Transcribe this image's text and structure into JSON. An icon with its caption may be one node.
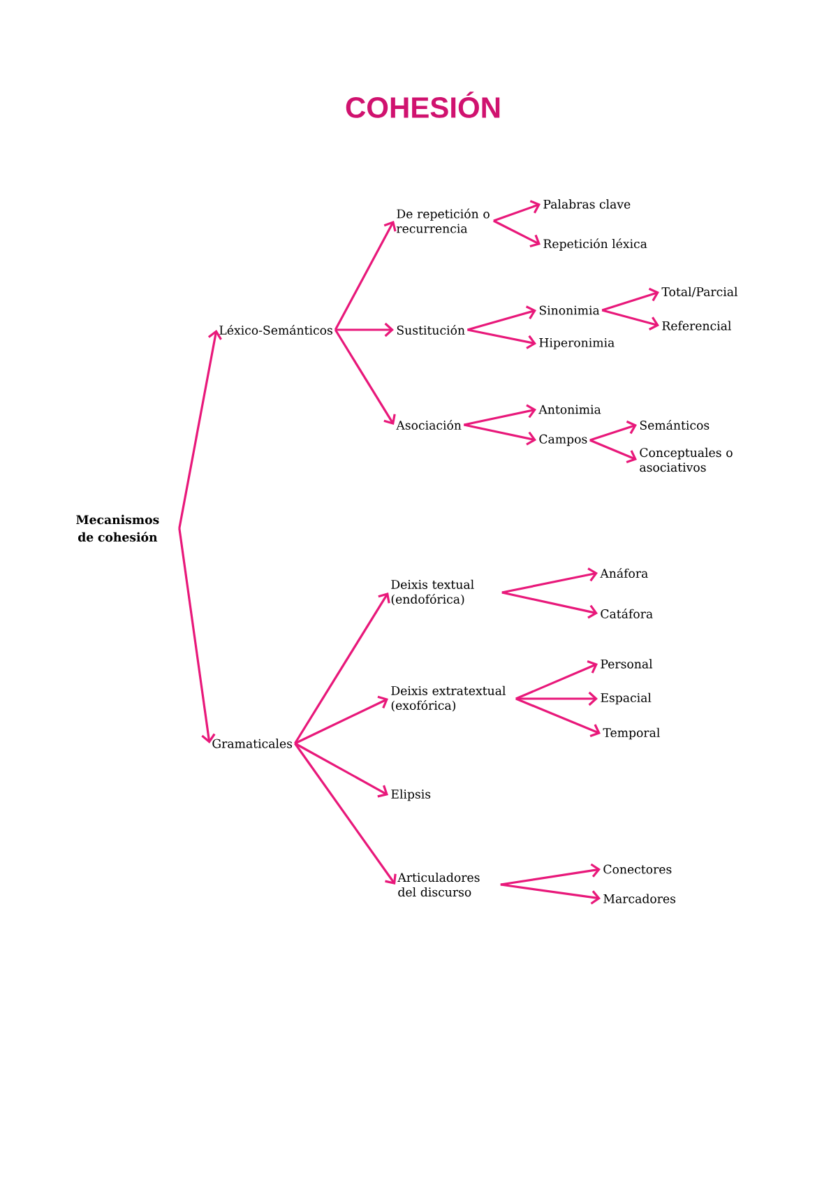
{
  "diagram": {
    "title": "COHESIÓN",
    "nodes": [
      {
        "text": [
          "Mecanismos de cohesión"
        ]
      },
      {
        "text": [
          "Léxico-Semánticos"
        ]
      },
      {
        "text": [
          "Gramaticales"
        ]
      },
      {
        "text": [
          "De repetición o recurrencia"
        ]
      },
      {
        "text": [
          "Palabras clave"
        ]
      },
      {
        "text": [
          "Repetición léxica"
        ]
      },
      {
        "text": [
          "Sustitución"
        ]
      },
      {
        "text": [
          "Sinonimia"
        ]
      },
      {
        "text": [
          "Total/Parcial"
        ]
      },
      {
        "text": [
          "Referencial"
        ]
      },
      {
        "text": [
          "Hiperonimia"
        ]
      },
      {
        "text": [
          "Asociación"
        ]
      },
      {
        "text": [
          "Antonimia"
        ]
      },
      {
        "text": [
          "Campos"
        ]
      },
      {
        "text": [
          "Semánticos"
        ]
      },
      {
        "text": [
          "Conceptuales o asociativos"
        ]
      },
      {
        "text": [
          "Deixis textual (endofórica)"
        ]
      },
      {
        "text": [
          "Anáfora"
        ]
      },
      {
        "text": [
          "Catáfora"
        ]
      },
      {
        "text": [
          "Deixis extratextual (exofórica)"
        ]
      },
      {
        "text": [
          "Personal"
        ]
      },
      {
        "text": [
          "Espacial"
        ]
      },
      {
        "text": [
          "Temporal"
        ]
      },
      {
        "text": [
          "Elipsis"
        ]
      },
      {
        "text": [
          "Articuladores del discurso"
        ]
      },
      {
        "text": [
          "Conectores"
        ]
      },
      {
        "text": [
          "Marcadores"
        ]
      }
    ],
    "edges": [
      {
        "from": 0,
        "to": 1,
        "arrow": "to"
      },
      {
        "from": 0,
        "to": 2,
        "arrow": "to"
      },
      {
        "from": 1,
        "to": 3,
        "arrow": "to"
      },
      {
        "from": 3,
        "to": 4,
        "arrow": "to"
      },
      {
        "from": 3,
        "to": 5,
        "arrow": "to"
      },
      {
        "from": 1,
        "to": 6,
        "arrow": "to"
      },
      {
        "from": 6,
        "to": 7,
        "arrow": "to"
      },
      {
        "from": 7,
        "to": 8,
        "arrow": "to"
      },
      {
        "from": 7,
        "to": 9,
        "arrow": "to"
      },
      {
        "from": 6,
        "to": 10,
        "arrow": "to"
      },
      {
        "from": 1,
        "to": 11,
        "arrow": "to"
      },
      {
        "from": 11,
        "to": 12,
        "arrow": "to"
      },
      {
        "from": 11,
        "to": 13,
        "arrow": "to"
      },
      {
        "from": 13,
        "to": 14,
        "arrow": "to"
      },
      {
        "from": 13,
        "to": 15,
        "arrow": "to"
      },
      {
        "from": 2,
        "to": 16,
        "arrow": "to"
      },
      {
        "from": 16,
        "to": 17,
        "arrow": "to"
      },
      {
        "from": 16,
        "to": 18,
        "arrow": "to"
      },
      {
        "from": 2,
        "to": 19,
        "arrow": "to"
      },
      {
        "from": 19,
        "to": 20,
        "arrow": "to"
      },
      {
        "from": 19,
        "to": 21,
        "arrow": "to"
      },
      {
        "from": 19,
        "to": 22,
        "arrow": "to"
      },
      {
        "from": 2,
        "to": 23,
        "arrow": "to"
      },
      {
        "from": 2,
        "to": 24,
        "arrow": "to"
      },
      {
        "from": 24,
        "to": 25,
        "arrow": "to"
      },
      {
        "from": 24,
        "to": 26,
        "arrow": "to"
      }
    ]
  }
}
